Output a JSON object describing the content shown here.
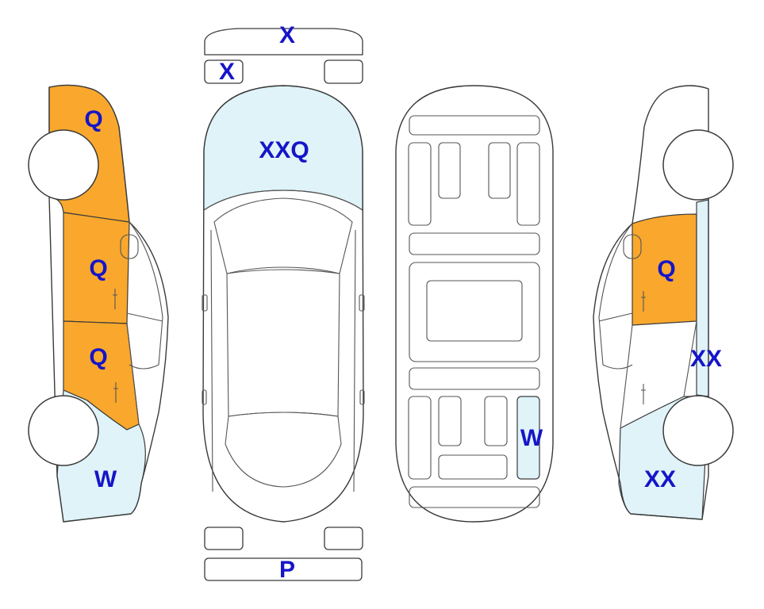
{
  "colors": {
    "damage_fill": "#f9a82d",
    "light_fill": "#dff3f9",
    "label_color": "#1515c8",
    "outline": "#3a3a3a"
  },
  "zones": {
    "front_bumper_top": {
      "code": "X",
      "fill": "damage"
    },
    "front_left_small": {
      "code": "X",
      "fill": "damage"
    },
    "front_right_small": {
      "code": "",
      "fill": "none"
    },
    "hood": {
      "code": "XXQ",
      "fill": "light"
    },
    "rear_bumper": {
      "code": "P",
      "fill": "damage"
    },
    "left_front_fender": {
      "code": "Q",
      "fill": "damage"
    },
    "left_front_door": {
      "code": "Q",
      "fill": "damage"
    },
    "left_rear_door": {
      "code": "Q",
      "fill": "damage"
    },
    "left_rear_quarter": {
      "code": "W",
      "fill": "light"
    },
    "interior_rear_right": {
      "code": "W",
      "fill": "light"
    },
    "right_front_door": {
      "code": "Q",
      "fill": "damage"
    },
    "right_pillar": {
      "code": "XX",
      "fill": "light"
    },
    "right_rear_quarter": {
      "code": "XX",
      "fill": "light"
    }
  }
}
